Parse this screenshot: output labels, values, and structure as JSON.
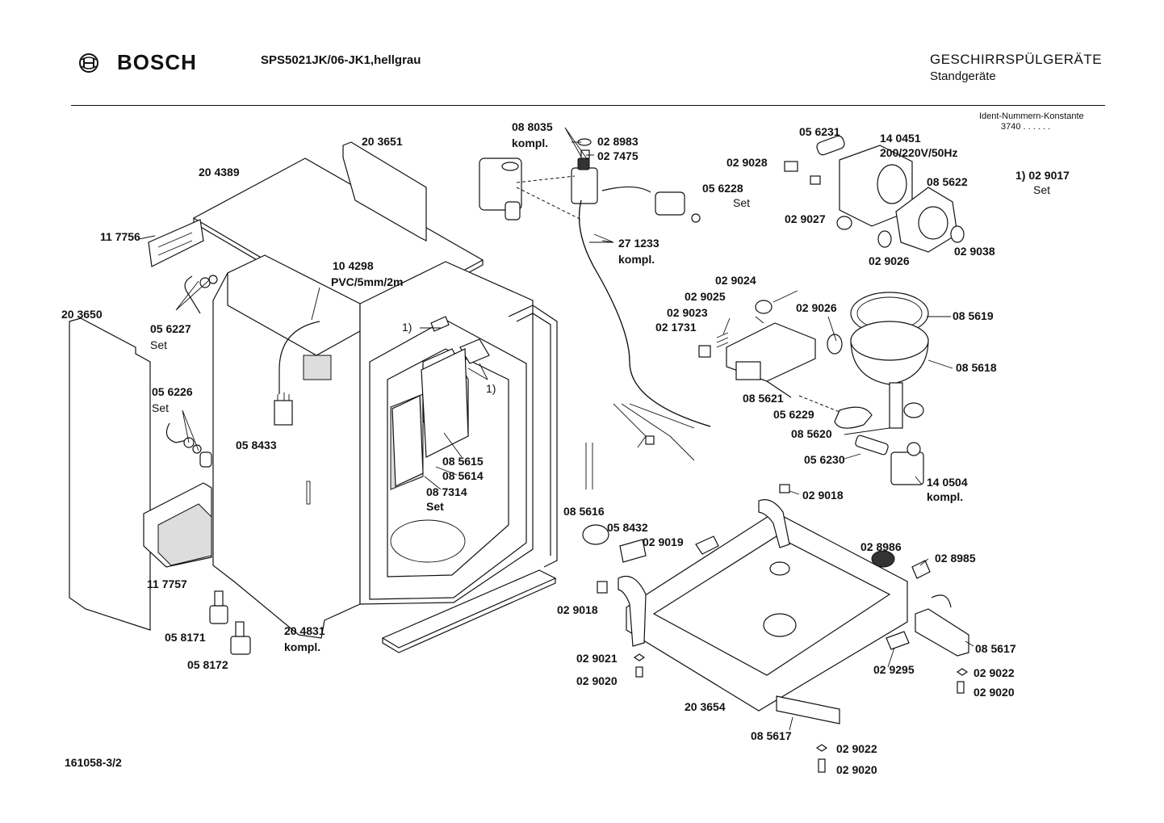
{
  "header": {
    "brand": "BOSCH",
    "model": "SPS5021JK/06-JK1,hellgrau",
    "category": "GESCHIRRSPÜLGERÄTE",
    "subcategory": "Standgeräte",
    "ident_title": "Ident-Nummern-Konstante",
    "ident_value": "3740  . .  . . . ."
  },
  "footer": {
    "doc_number": "161058-3/2"
  },
  "labels": [
    "20 3651",
    "20 4389",
    "11 7756",
    "20 3650",
    "05 6227",
    "Set",
    "05 6226",
    "Set",
    "10 4298",
    "PVC/5mm/2m",
    "05 8433",
    "1)",
    "1)",
    "08 5615",
    "08 5614",
    "08 7314",
    "Set",
    "11 7757",
    "05 8171",
    "05 8172",
    "20 4831",
    "kompl.",
    "08 8035",
    "kompl.",
    "02 8983",
    "02 7475",
    "27 1233",
    "kompl.",
    "05 6228",
    "Set",
    "05 6231",
    "14 0451",
    "200/220V/50Hz",
    "02 9028",
    "08 5622",
    "02 9027",
    "02 9026",
    "02 9038",
    "1) 02 9017",
    "Set",
    "02 9024",
    "02 9025",
    "02 9023",
    "02 1731",
    "02 9026",
    "08 5619",
    "08 5618",
    "08 5621",
    "05 6229",
    "08 5620",
    "05 6230",
    "14 0504",
    "kompl.",
    "02 9018",
    "08 5616",
    "05 8432",
    "02 9019",
    "02 9018",
    "02 8986",
    "02 8985",
    "02 9021",
    "02 9020",
    "20 3654",
    "02 9295",
    "08 5617",
    "02 9022",
    "02 9020",
    "08 5617",
    "02 9022",
    "02 9020"
  ]
}
